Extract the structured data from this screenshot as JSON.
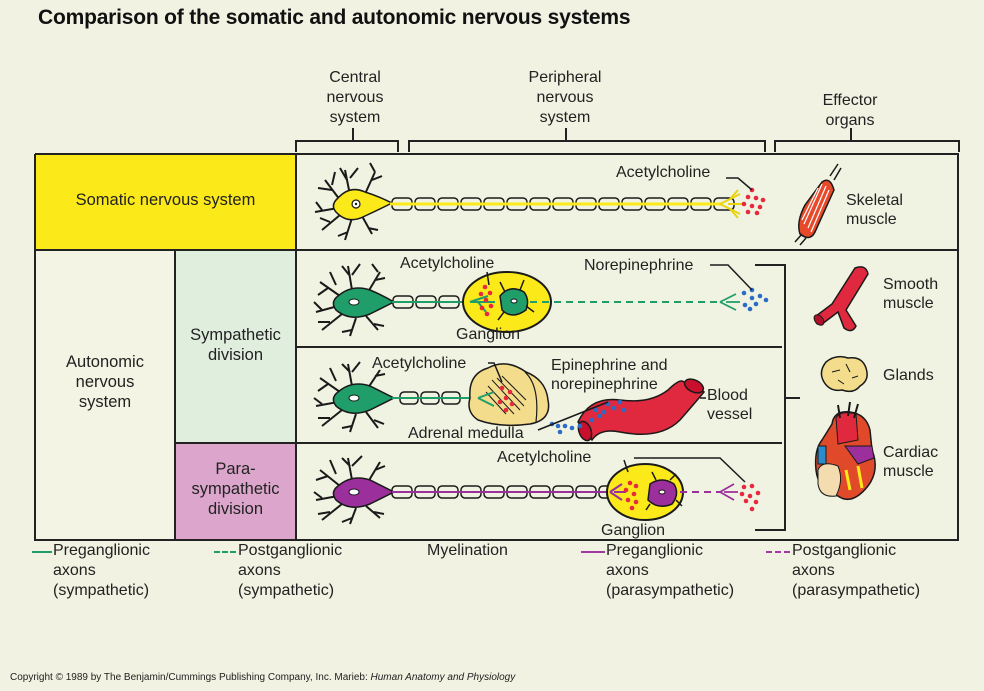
{
  "title": "Comparison of the somatic and autonomic nervous systems",
  "column_headers": {
    "central": [
      "Central",
      "nervous",
      "system"
    ],
    "peripheral": [
      "Peripheral",
      "nervous",
      "system"
    ],
    "effector": [
      "Effector",
      "organs"
    ]
  },
  "row_labels": {
    "somatic": "Somatic nervous system",
    "autonomic": [
      "Autonomic",
      "nervous",
      "system"
    ],
    "sympathetic": [
      "Sympathetic",
      "division"
    ],
    "parasympathetic": [
      "Para-",
      "sympathetic",
      "division"
    ]
  },
  "pathway_labels": {
    "somatic_neurotransmitter": "Acetylcholine",
    "symp1_pre_neurotransmitter": "Acetylcholine",
    "symp1_post_neurotransmitter": "Norepinephrine",
    "symp1_ganglion": "Ganglion",
    "symp2_neurotransmitter": "Acetylcholine",
    "symp2_hormones": [
      "Epinephrine and",
      "norepinephrine"
    ],
    "symp2_blood_vessel": [
      "Blood",
      "vessel"
    ],
    "symp2_adrenal": "Adrenal medulla",
    "para_neurotransmitter": "Acetylcholine",
    "para_ganglion": "Ganglion"
  },
  "effector_labels": {
    "skeletal": [
      "Skeletal",
      "muscle"
    ],
    "smooth": [
      "Smooth",
      "muscle"
    ],
    "glands": "Glands",
    "cardiac": [
      "Cardiac",
      "muscle"
    ]
  },
  "legend": [
    {
      "line": "solid",
      "color": "#1f9e6a",
      "lines": [
        "Preganglionic",
        "axons",
        "(sympathetic)"
      ]
    },
    {
      "line": "dashed",
      "color": "#1f9e6a",
      "lines": [
        "Postganglionic",
        "axons",
        "(sympathetic)"
      ]
    },
    {
      "line": "none",
      "color": "",
      "lines": [
        "Myelination"
      ]
    },
    {
      "line": "solid",
      "color": "#a03aa0",
      "lines": [
        "Preganglionic",
        "axons",
        "(parasympathetic)"
      ]
    },
    {
      "line": "dashed",
      "color": "#a03aa0",
      "lines": [
        "Postganglionic",
        "axons",
        "(parasympathetic)"
      ]
    }
  ],
  "copyright": {
    "text": "Copyright © 1989 by The Benjamin/Cummings Publishing Company, Inc. Marieb: ",
    "book": "Human Anatomy and Physiology"
  },
  "colors": {
    "somatic": "#fbe91a",
    "sympathetic_bg": "#dfeedd",
    "parasympathetic_bg": "#dca6cc",
    "sympathetic_neuron": "#1f9e6a",
    "parasympathetic_neuron": "#9b2f9b",
    "acetylcholine": "#e8283c",
    "norepinephrine": "#2a6cc8",
    "blood_vessel": "#e0283f",
    "gland": "#f3dc8c"
  }
}
